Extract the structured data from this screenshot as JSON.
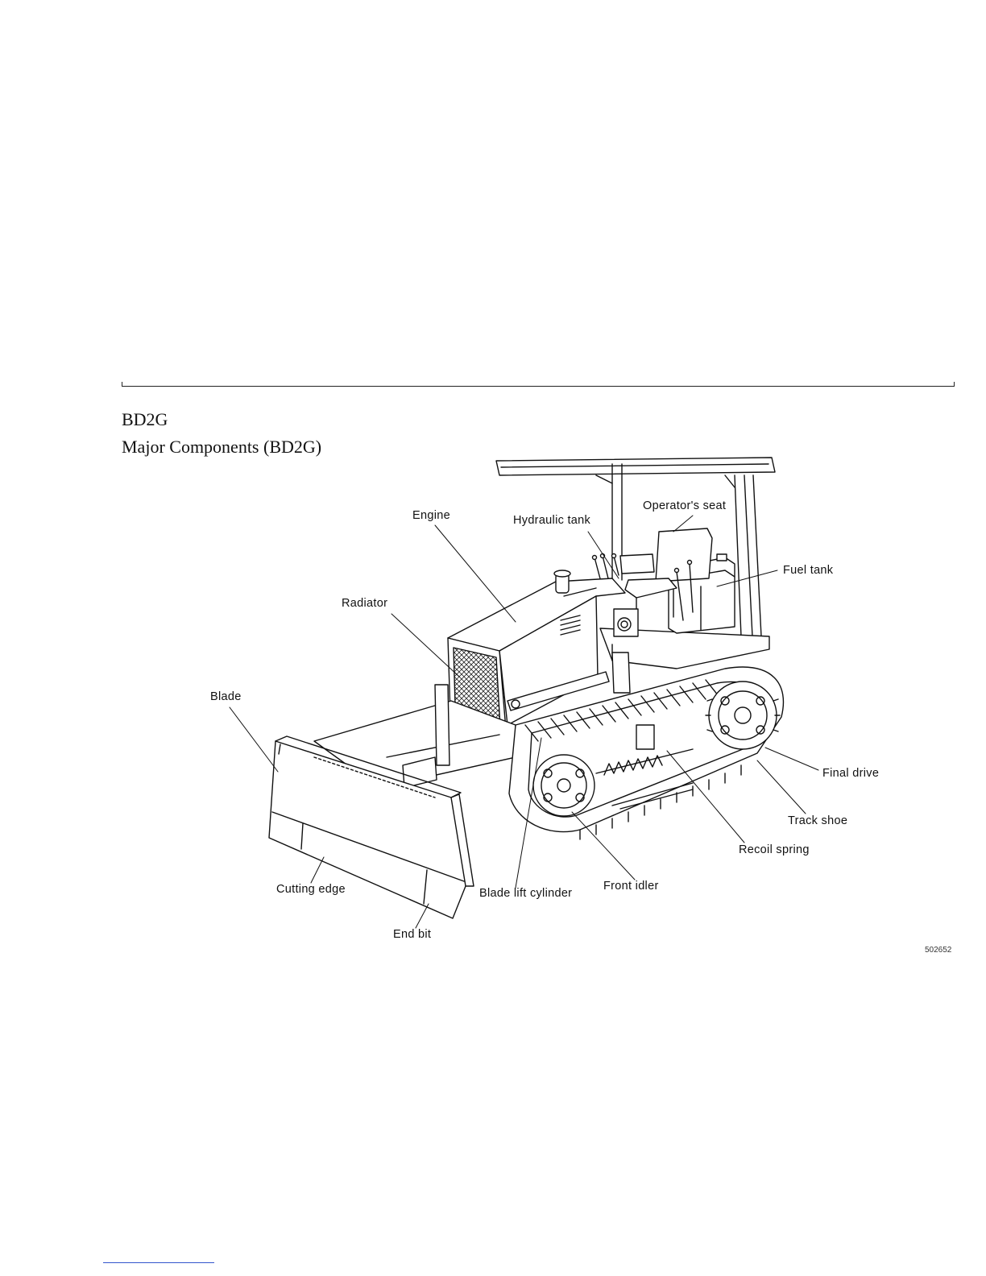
{
  "header": {
    "model": "BD2G",
    "title": "Major Components (BD2G)"
  },
  "labels": {
    "engine": "Engine",
    "hydraulic_tank": "Hydraulic tank",
    "operators_seat": "Operator's seat",
    "fuel_tank": "Fuel tank",
    "radiator": "Radiator",
    "blade": "Blade",
    "final_drive": "Final drive",
    "track_shoe": "Track shoe",
    "recoil_spring": "Recoil spring",
    "front_idler": "Front idler",
    "blade_lift_cylinder": "Blade lift cylinder",
    "cutting_edge": "Cutting edge",
    "end_bit": "End bit"
  },
  "figure_code": "502652"
}
